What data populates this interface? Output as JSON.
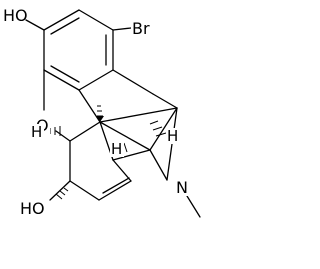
{
  "molecule": {
    "atom_labels": {
      "ho_top": "HO",
      "br": "Br",
      "o_ring": "O",
      "n": "N",
      "ho_bottom": "HO",
      "h_left": "H",
      "h_center": "H",
      "h_right": "H"
    },
    "colors": {
      "ink": "#000000",
      "background": "#ffffff"
    }
  }
}
